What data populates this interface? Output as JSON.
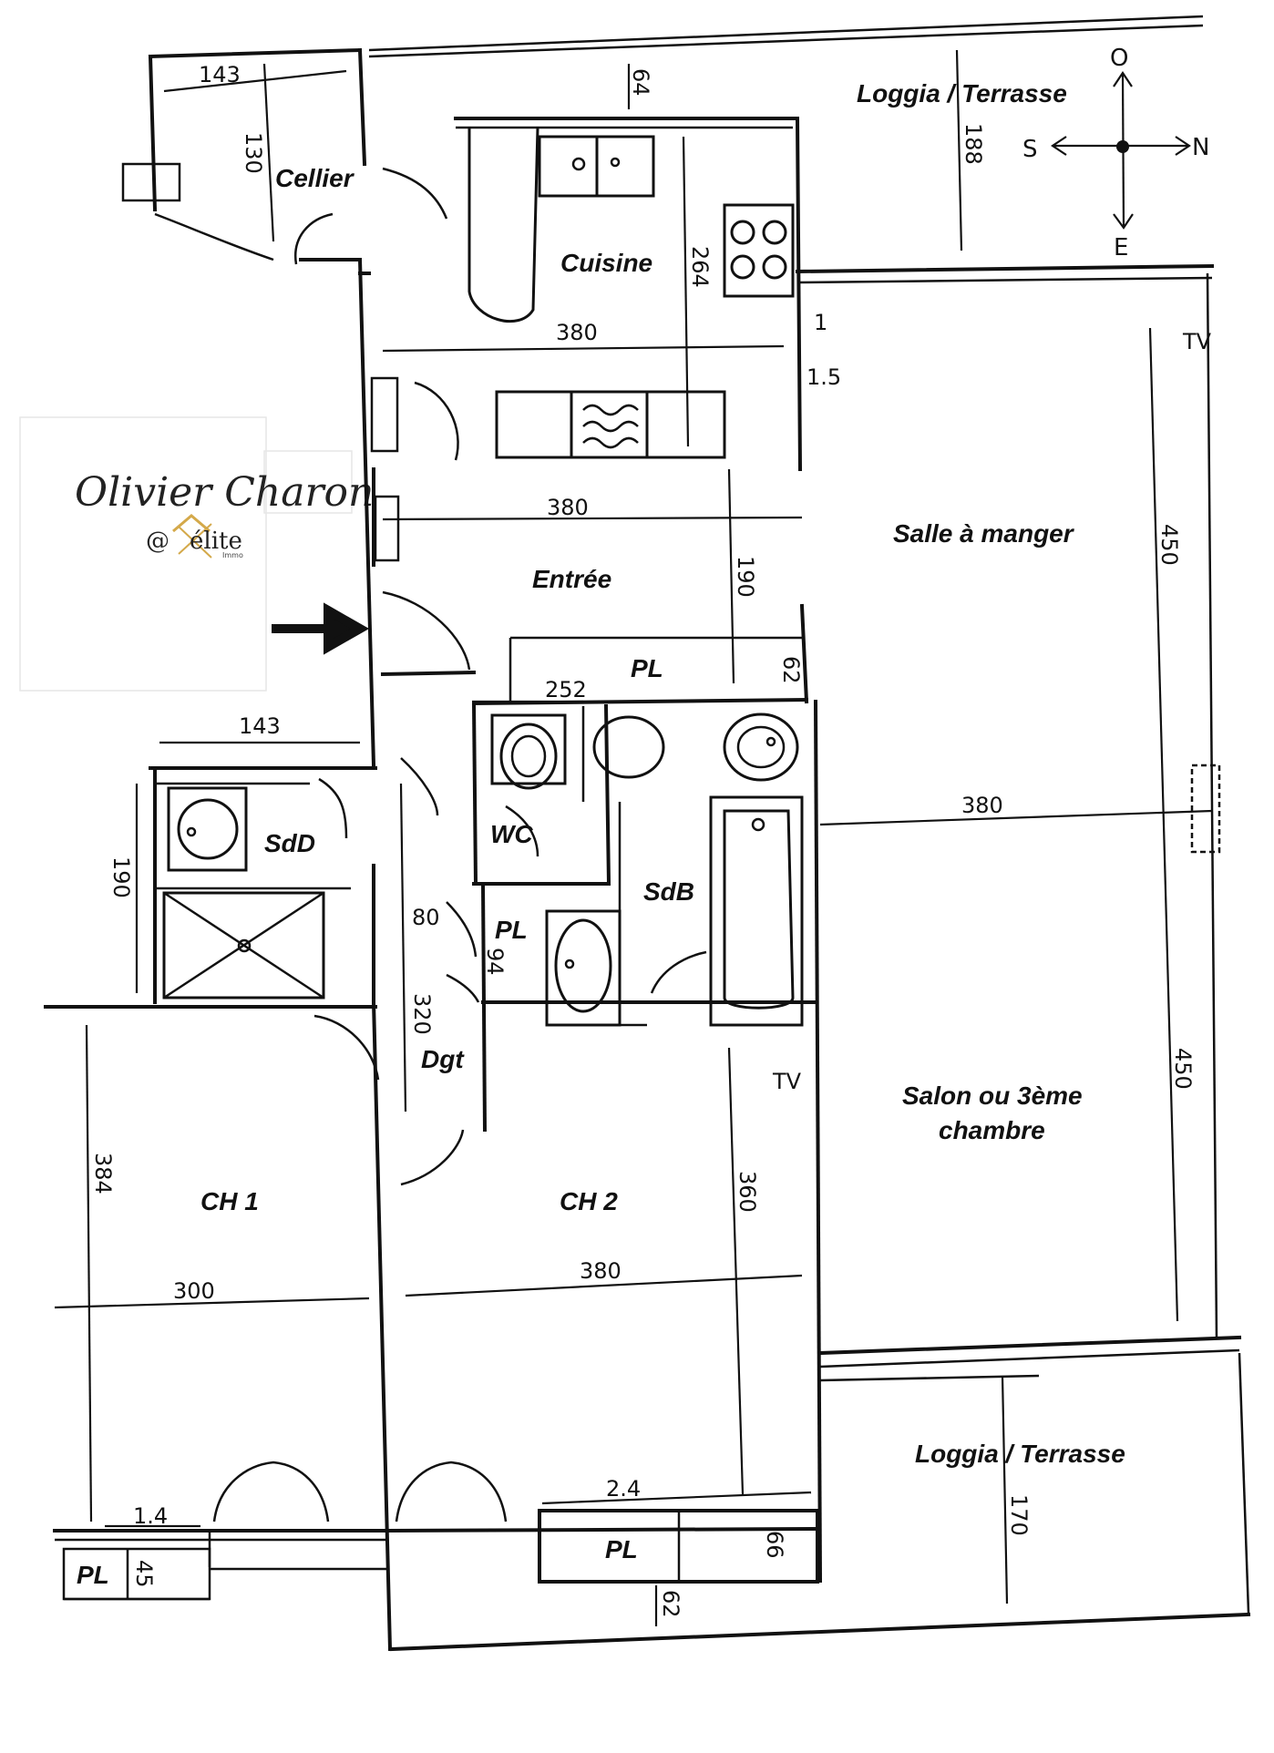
{
  "rooms": {
    "loggia_top": "Loggia / Terrasse",
    "cellier": "Cellier",
    "cuisine": "Cuisine",
    "salle_a_manger": "Salle à manger",
    "entree": "Entrée",
    "pl_entree": "PL",
    "sdd": "SdD",
    "wc": "WC",
    "sdb": "SdB",
    "pl_dgt": "PL",
    "dgt": "Dgt",
    "salon_line1": "Salon ou 3ème",
    "salon_line2": "chambre",
    "ch1": "CH 1",
    "ch2": "CH 2",
    "loggia_bottom": "Loggia / Terrasse",
    "pl_ch2": "PL",
    "pl_ch1": "PL"
  },
  "dimensions": {
    "cellier_width": "143",
    "cellier_depth": "130",
    "loggia_top_gap": "64",
    "loggia_top_depth": "188",
    "cuisine_width": "380",
    "cuisine_depth": "264",
    "cuisine_small_1": "1",
    "cuisine_small_2": "1.5",
    "entree_width": "380",
    "entree_depth": "190",
    "pl_entree_depth": "62",
    "pl_entree_width": "252",
    "sdd_width": "143",
    "sdd_depth": "190",
    "salle_depth": "450",
    "salon_depth": "450",
    "salon_width": "380",
    "dgt_width": "80",
    "dgt_pl_depth": "94",
    "dgt_length": "320",
    "ch1_depth": "384",
    "ch1_width": "300",
    "ch2_width": "380",
    "ch2_depth": "360",
    "ch2_pl_width": "2.4",
    "ch2_pl_depth": "66",
    "loggia_bottom_depth": "170",
    "loggia_bottom_gap": "62",
    "ch1_pl_width": "1.4",
    "ch1_pl_depth": "45"
  },
  "compass": {
    "north": "N",
    "south": "S",
    "east": "E",
    "west": "O"
  },
  "outlets": {
    "tv_1": "TV",
    "tv_2": "TV"
  },
  "logo": {
    "name": "Olivier Charon",
    "brand_prefix": "@",
    "brand": "élite",
    "brand_sub": "Immo"
  }
}
